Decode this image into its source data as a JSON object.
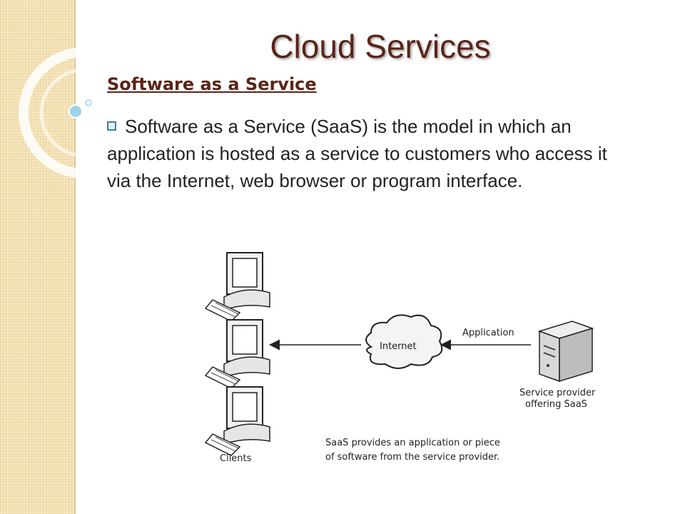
{
  "slide": {
    "title": "Cloud Services",
    "subtitle": "Software as a Service",
    "bullet": "Software as a Service (SaaS) is the model in which an application is hosted as a service to customers who access it via the Internet, web browser or program interface."
  },
  "diagram": {
    "cloud_label": "Internet",
    "arrow_label": "Application",
    "server_label_line1": "Service provider",
    "server_label_line2": "offering SaaS",
    "clients_label": "Clients",
    "caption_line1": "SaaS provides an application or piece",
    "caption_line2": "of software from the service provider."
  },
  "colors": {
    "title": "#5b2417",
    "bullet_marker": "#3f7f98",
    "side_strip": "#f6e7bf"
  }
}
